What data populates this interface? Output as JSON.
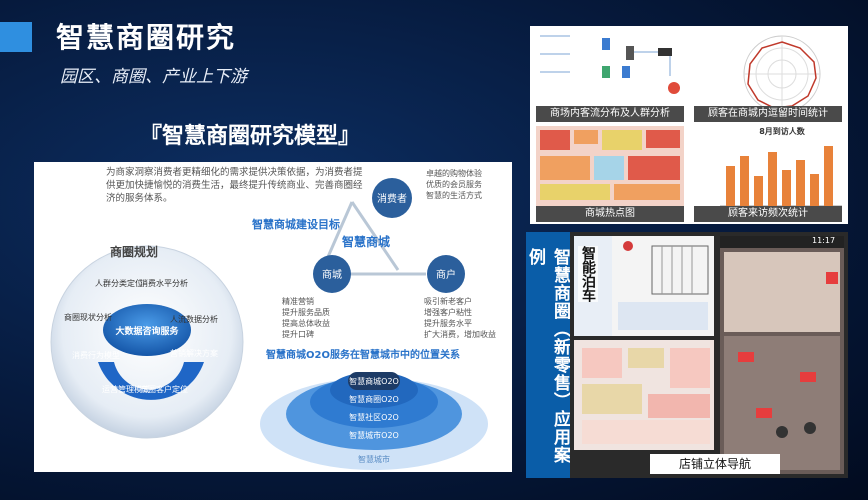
{
  "header": {
    "title": "智慧商圈研究",
    "subtitle": "园区、商圈、产业上下游",
    "model_title": "『智慧商圈研究模型』"
  },
  "left_panel": {
    "intro": "为商家洞察消费者更精细化的需求提供决策依据，为消费者提供更加快捷愉悦的消费生活，最终提升传统商业、完善商圈经济的服务体系。",
    "planning_title": "商圈规划",
    "center_service": "大数据咨询服务",
    "ring_items": [
      "人群分类定位",
      "消费水平分析",
      "人流数据分析",
      "营销解决方案",
      "商圈客户定位",
      "运营管理模式",
      "消费行为模型",
      "商圈现状分析"
    ],
    "goal_title": "智慧商城建设目标",
    "hub_label": "智慧商城",
    "node_consumer": "消费者",
    "node_mall": "商城",
    "node_merchant": "商户",
    "consumer_points": [
      "卓越的购物体验",
      "优质的会员服务",
      "智慧的生活方式"
    ],
    "mall_points": [
      "精准营销",
      "提升服务品质",
      "提高总体收益",
      "提升口碑"
    ],
    "merchant_points": [
      "吸引新老客户",
      "增强客户粘性",
      "提升服务水平",
      "扩大消费，增加收益"
    ],
    "o2o_title": "智慧商城O2O服务在智慧城市中的位置关系",
    "o2o_layers": [
      "智慧商城O2O",
      "智慧商圈O2O",
      "智慧社区O2O",
      "智慧城市O2O",
      "智慧城市"
    ]
  },
  "right_top": {
    "captions": [
      "商场内客流分布及人群分析",
      "顾客在商城内逗留时间统计",
      "商城热点图",
      "顾客来访频次统计"
    ],
    "bar_chart_title": "8月到访人数"
  },
  "right_bottom": {
    "vertical_title": "智慧商圈（新零售）应用案例",
    "parking_label": "智能泊车",
    "nav_label": "店铺立体导航",
    "status_time": "11:17"
  },
  "colors": {
    "accent": "#2f8fe0",
    "dark_blue": "#1f5fb8",
    "orange": "#e8823a"
  }
}
